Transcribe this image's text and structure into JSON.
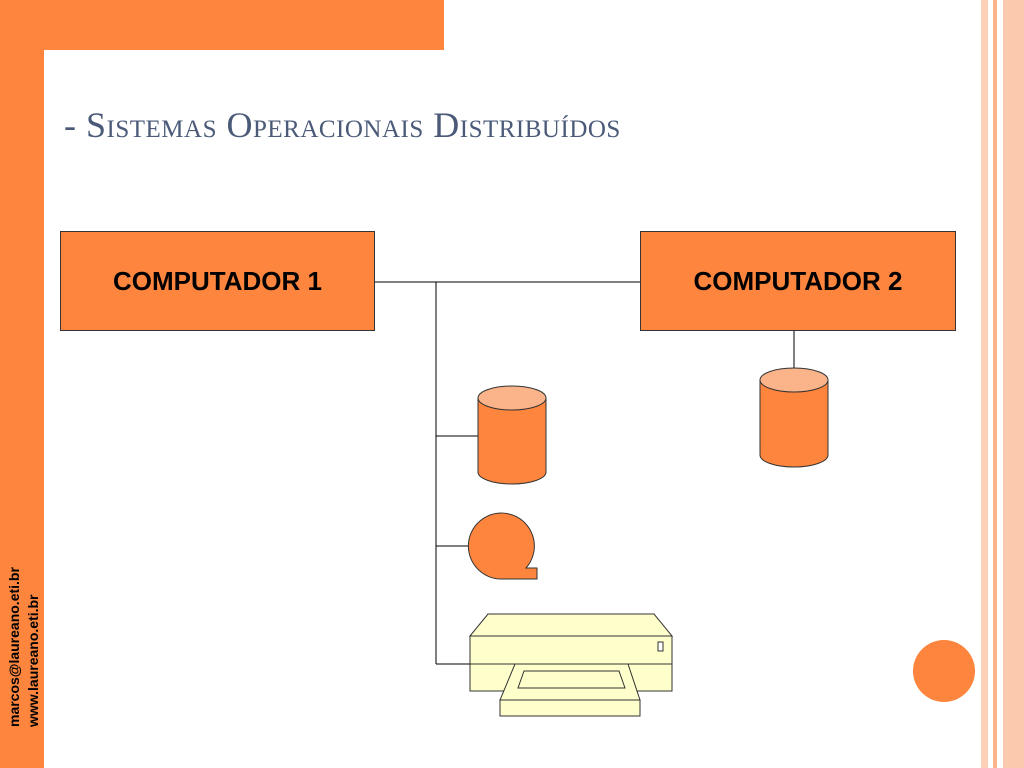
{
  "slide": {
    "title": "- Sistemas Operacionais Distribuídos"
  },
  "footer": {
    "email": "marcos@laureano.eti.br",
    "website": "www.laureano.eti.br"
  },
  "diagram": {
    "computer1_label": "COMPUTADOR 1",
    "computer2_label": "COMPUTADOR 2",
    "devices": [
      "database-icon",
      "database-icon",
      "tape-drive-icon",
      "printer-icon"
    ]
  },
  "colors": {
    "accent": "#fd853d",
    "accent_light": "#fbb48a",
    "title": "#4a5a78",
    "printer": "#ffffcc"
  }
}
